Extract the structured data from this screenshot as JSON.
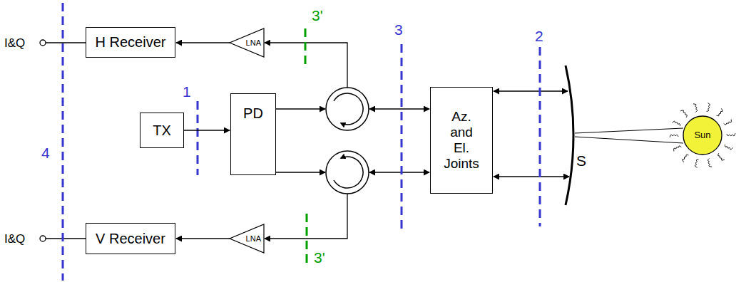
{
  "diagram": {
    "nodes": [
      {
        "text": [
          "H Receiver"
        ]
      },
      {
        "text": [
          "LNA"
        ]
      },
      {
        "text": [
          "TX"
        ]
      },
      {
        "text": [
          "PD"
        ]
      },
      {
        "text": [
          "Az. and El. Joints"
        ]
      },
      {
        "text": [
          "Sun"
        ]
      },
      {
        "text": [
          "V Receiver"
        ]
      },
      {
        "text": [
          "LNA"
        ]
      }
    ],
    "edges": [
      {
        "from": 1,
        "to": 0,
        "arrow": "to"
      },
      {
        "from": 2,
        "to": 3,
        "arrow": "to"
      },
      {
        "from": 7,
        "to": 6,
        "arrow": "to"
      }
    ],
    "labels": [
      "I&Q",
      "3'",
      "3",
      "2",
      "1",
      "4",
      "S",
      "3'",
      "I&Q"
    ]
  }
}
